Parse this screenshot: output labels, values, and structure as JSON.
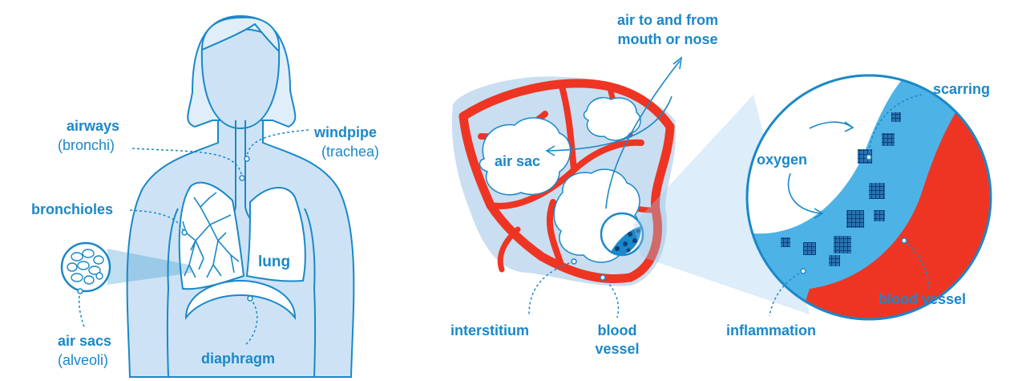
{
  "colors": {
    "outline": "#1a88c9",
    "label": "#1a88c9",
    "body_fill": "#cde3f5",
    "pale_fill": "#e6f1fb",
    "vessel": "#ee3524",
    "tissue": "#4db3e6",
    "scar": "#1d5a95"
  },
  "labels": {
    "airways": "airways",
    "bronchi": "(bronchi)",
    "windpipe": "windpipe",
    "trachea": "(trachea)",
    "bronchioles": "bronchioles",
    "lung": "lung",
    "air_sacs": "air sacs",
    "alveoli": "(alveoli)",
    "diaphragm": "diaphragm",
    "air_to_from_1": "air to and from",
    "air_to_from_2": "mouth or nose",
    "air_sac": "air sac",
    "interstitium": "interstitium",
    "blood_1": "blood",
    "blood_2": "vessel",
    "oxygen": "oxygen",
    "scarring": "scarring",
    "blood_vessel": "blood vessel",
    "inflammation": "inflammation"
  }
}
